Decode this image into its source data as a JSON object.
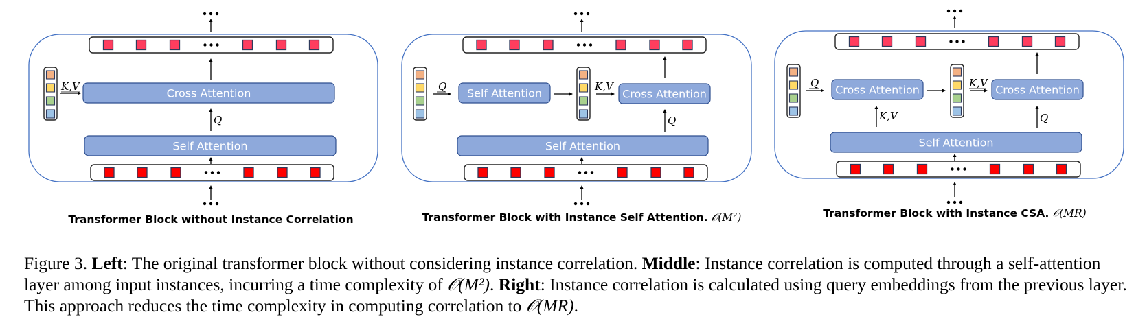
{
  "figure": {
    "panels": [
      {
        "id": "left",
        "title": "Transformer Block without Instance Correlation",
        "title_complexity": "",
        "blocks": {
          "cross_attention": "Cross Attention",
          "self_attention": "Self Attention"
        },
        "labels": {
          "kv": "K,V",
          "q": "Q"
        },
        "ellipsis": "•••"
      },
      {
        "id": "middle",
        "title": "Transformer Block with Instance Self Attention.",
        "title_complexity": "𝒪(M²)",
        "blocks": {
          "query_self_attention": "Self Attention",
          "cross_attention": "Cross Attention",
          "self_attention": "Self Attention"
        },
        "labels": {
          "q_in": "Q",
          "kv": "K,V",
          "q": "Q"
        },
        "ellipsis": "•••"
      },
      {
        "id": "right",
        "title": "Transformer Block with Instance CSA.",
        "title_complexity": "𝒪(MR)",
        "blocks": {
          "query_cross_attention": "Cross Attention",
          "cross_attention": "Cross Attention",
          "self_attention": "Self Attention"
        },
        "labels": {
          "q_in": "Q",
          "kv_up": "K,V",
          "kv": "K,V",
          "q": "Q"
        },
        "ellipsis": "•••"
      }
    ],
    "colors": {
      "panel_border": "#4472C4",
      "attention_fill": "#8EA9DB",
      "output_token": "#FF3D5E",
      "input_token": "#FF0000",
      "query_tokens": [
        "#F4B183",
        "#FFD966",
        "#A9D18E",
        "#9DC3E6"
      ]
    }
  },
  "caption": {
    "figure_label": "Figure 3.",
    "left_label": "Left",
    "left_text": ": The original transformer block without considering instance correlation. ",
    "middle_label": "Middle",
    "middle_text": ": Instance correlation is computed through a self-attention layer among input instances, incurring a time complexity of ",
    "middle_complexity": "𝒪(M²)",
    "middle_end": ". ",
    "right_label": "Right",
    "right_text": ": Instance correlation is calculated using query embeddings from the previous layer. This approach reduces the time complexity in computing correlation to ",
    "right_complexity": "𝒪(MR)",
    "right_end": "."
  }
}
